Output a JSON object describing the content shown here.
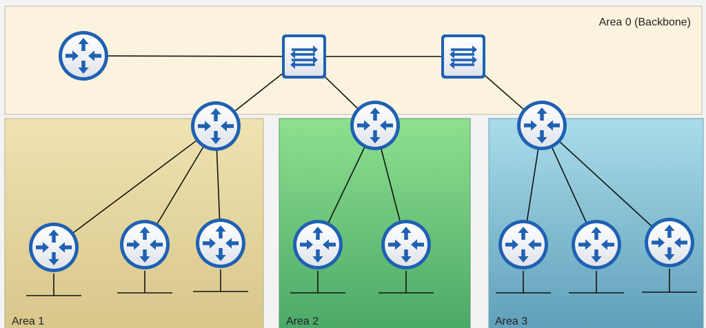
{
  "areas": [
    {
      "id": "area0",
      "label": "Area 0 (Backbone)",
      "color": "#fbf3dd"
    },
    {
      "id": "area1",
      "label": "Area 1",
      "color_top": "#efe3b1",
      "color_bottom": "#d8c68a"
    },
    {
      "id": "area2",
      "label": "Area 2",
      "color_top": "#8ee08f",
      "color_bottom": "#4aa866"
    },
    {
      "id": "area3",
      "label": "Area 3",
      "color_top": "#a9dcea",
      "color_bottom": "#5f9fb9"
    }
  ],
  "device_types": {
    "router": "router-icon",
    "switch": "switch-icon"
  },
  "nodes": [
    {
      "id": "r-backbone",
      "type": "router",
      "area": "area0"
    },
    {
      "id": "sw1",
      "type": "switch",
      "area": "area0"
    },
    {
      "id": "sw2",
      "type": "switch",
      "area": "area0"
    },
    {
      "id": "abr1",
      "type": "router",
      "area": "area1"
    },
    {
      "id": "abr2",
      "type": "router",
      "area": "area2"
    },
    {
      "id": "abr3",
      "type": "router",
      "area": "area3"
    },
    {
      "id": "r1a",
      "type": "router",
      "area": "area1"
    },
    {
      "id": "r1b",
      "type": "router",
      "area": "area1"
    },
    {
      "id": "r1c",
      "type": "router",
      "area": "area1"
    },
    {
      "id": "r2a",
      "type": "router",
      "area": "area2"
    },
    {
      "id": "r2b",
      "type": "router",
      "area": "area2"
    },
    {
      "id": "r3a",
      "type": "router",
      "area": "area3"
    },
    {
      "id": "r3b",
      "type": "router",
      "area": "area3"
    },
    {
      "id": "r3c",
      "type": "router",
      "area": "area3"
    }
  ],
  "links": [
    [
      "r-backbone",
      "sw1"
    ],
    [
      "sw1",
      "sw2"
    ],
    [
      "sw1",
      "abr1"
    ],
    [
      "sw1",
      "abr2"
    ],
    [
      "sw2",
      "abr3"
    ],
    [
      "abr1",
      "r1a"
    ],
    [
      "abr1",
      "r1b"
    ],
    [
      "abr1",
      "r1c"
    ],
    [
      "abr2",
      "r2a"
    ],
    [
      "abr2",
      "r2b"
    ],
    [
      "abr3",
      "r3a"
    ],
    [
      "abr3",
      "r3b"
    ],
    [
      "abr3",
      "r3c"
    ]
  ],
  "colors": {
    "device_blue": "#1f61b3",
    "device_fill": "#e8edf2",
    "line": "#111111"
  }
}
